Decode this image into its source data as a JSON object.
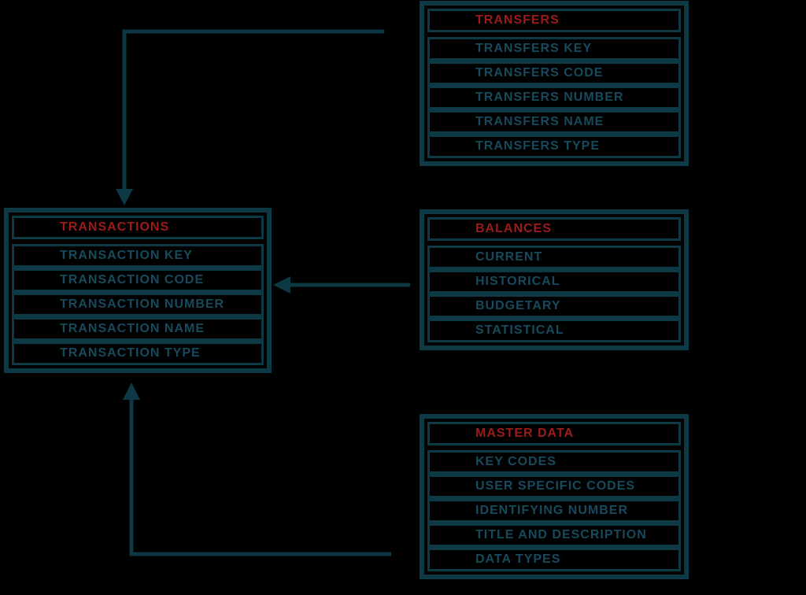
{
  "colors": {
    "line": "#0d3945",
    "row_text": "#174a5c",
    "header_text": "#9c1b1b",
    "background": "#000000"
  },
  "entities": [
    {
      "id": "transfers",
      "title": "TRANSFERS",
      "rows": [
        "TRANSFERS KEY",
        "TRANSFERS CODE",
        "TRANSFERS NUMBER",
        "TRANSFERS NAME",
        "TRANSFERS TYPE"
      ]
    },
    {
      "id": "transactions",
      "title": "TRANSACTIONS",
      "rows": [
        "TRANSACTION KEY",
        "TRANSACTION CODE",
        "TRANSACTION NUMBER",
        "TRANSACTION NAME",
        "TRANSACTION TYPE"
      ]
    },
    {
      "id": "balances",
      "title": "BALANCES",
      "rows": [
        "CURRENT",
        "HISTORICAL",
        "BUDGETARY",
        "STATISTICAL"
      ]
    },
    {
      "id": "master_data",
      "title": "MASTER DATA",
      "rows": [
        "KEY CODES",
        "USER SPECIFIC CODES",
        "IDENTIFYING NUMBER",
        "TITLE AND DESCRIPTION",
        "DATA TYPES"
      ]
    }
  ],
  "connectors": [
    {
      "id": "transfers-to-transactions",
      "from": "TRANSFERS",
      "to": "TRANSACTIONS",
      "direction": "down"
    },
    {
      "id": "balances-to-transactions",
      "from": "BALANCES",
      "to": "TRANSACTIONS",
      "direction": "left"
    },
    {
      "id": "master-data-to-transactions",
      "from": "MASTER DATA",
      "to": "TRANSACTIONS",
      "direction": "up"
    }
  ]
}
